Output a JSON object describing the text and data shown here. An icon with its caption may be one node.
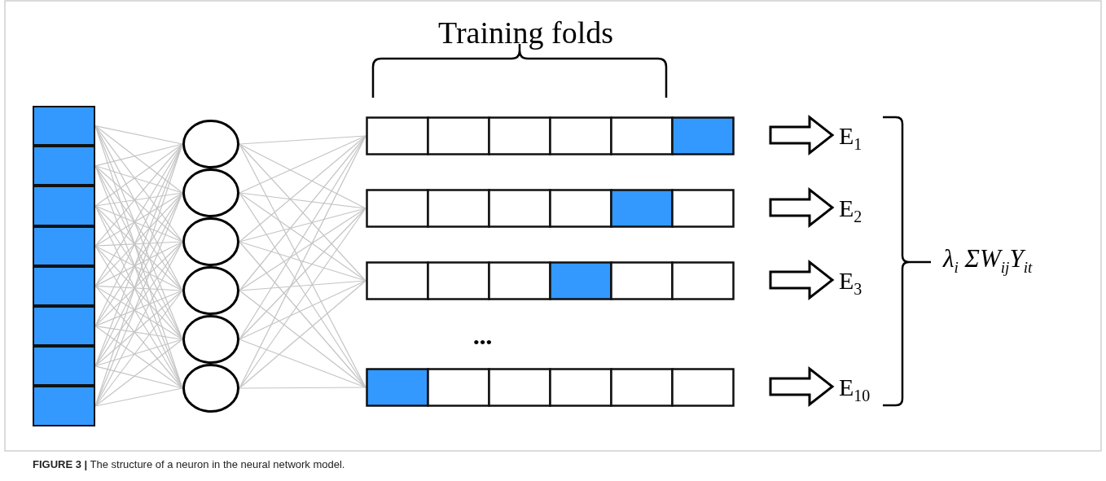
{
  "diagram": {
    "caption": "**FIGURE 3 |** The structure of a neuron in the neural network model.",
    "nodes": [
      {
        "text": [],
        "shape": "box"
      },
      {
        "text": [],
        "shape": "box"
      },
      {
        "text": [],
        "shape": "box"
      },
      {
        "text": [],
        "shape": "box"
      },
      {
        "text": [],
        "shape": "box"
      },
      {
        "text": [],
        "shape": "box"
      },
      {
        "text": [],
        "shape": "box"
      },
      {
        "text": [],
        "shape": "box"
      },
      {
        "text": [],
        "shape": "circle"
      },
      {
        "text": [],
        "shape": "circle"
      },
      {
        "text": [],
        "shape": "circle"
      },
      {
        "text": [],
        "shape": "circle"
      },
      {
        "text": [],
        "shape": "circle"
      },
      {
        "text": [],
        "shape": "circle"
      },
      {
        "text": [],
        "shape": "bar"
      },
      {
        "text": [],
        "shape": "bar"
      },
      {
        "text": [],
        "shape": "bar"
      },
      {
        "text": [],
        "shape": "bar"
      },
      {
        "text": [
          "E$_{1}$"
        ]
      },
      {
        "text": [
          "E$_{2}$"
        ]
      },
      {
        "text": [
          "E$_{3}$"
        ]
      },
      {
        "text": [
          "E$_{10}$"
        ]
      }
    ],
    "edges": [
      {
        "from": 0,
        "to": 8,
        "arrow": "none"
      },
      {
        "from": 0,
        "to": 9,
        "arrow": "none"
      },
      {
        "from": 0,
        "to": 10,
        "arrow": "none"
      },
      {
        "from": 0,
        "to": 11,
        "arrow": "none"
      },
      {
        "from": 0,
        "to": 12,
        "arrow": "none"
      },
      {
        "from": 0,
        "to": 13,
        "arrow": "none"
      },
      {
        "from": 1,
        "to": 8,
        "arrow": "none"
      },
      {
        "from": 1,
        "to": 9,
        "arrow": "none"
      },
      {
        "from": 1,
        "to": 10,
        "arrow": "none"
      },
      {
        "from": 1,
        "to": 11,
        "arrow": "none"
      },
      {
        "from": 1,
        "to": 12,
        "arrow": "none"
      },
      {
        "from": 1,
        "to": 13,
        "arrow": "none"
      },
      {
        "from": 2,
        "to": 8,
        "arrow": "none"
      },
      {
        "from": 2,
        "to": 9,
        "arrow": "none"
      },
      {
        "from": 2,
        "to": 10,
        "arrow": "none"
      },
      {
        "from": 2,
        "to": 11,
        "arrow": "none"
      },
      {
        "from": 2,
        "to": 12,
        "arrow": "none"
      },
      {
        "from": 2,
        "to": 13,
        "arrow": "none"
      },
      {
        "from": 3,
        "to": 8,
        "arrow": "none"
      },
      {
        "from": 3,
        "to": 9,
        "arrow": "none"
      },
      {
        "from": 3,
        "to": 10,
        "arrow": "none"
      },
      {
        "from": 3,
        "to": 11,
        "arrow": "none"
      },
      {
        "from": 3,
        "to": 12,
        "arrow": "none"
      },
      {
        "from": 3,
        "to": 13,
        "arrow": "none"
      },
      {
        "from": 4,
        "to": 8,
        "arrow": "none"
      },
      {
        "from": 4,
        "to": 9,
        "arrow": "none"
      },
      {
        "from": 4,
        "to": 10,
        "arrow": "none"
      },
      {
        "from": 4,
        "to": 11,
        "arrow": "none"
      },
      {
        "from": 4,
        "to": 12,
        "arrow": "none"
      },
      {
        "from": 4,
        "to": 13,
        "arrow": "none"
      },
      {
        "from": 5,
        "to": 8,
        "arrow": "none"
      },
      {
        "from": 5,
        "to": 9,
        "arrow": "none"
      },
      {
        "from": 5,
        "to": 10,
        "arrow": "none"
      },
      {
        "from": 5,
        "to": 11,
        "arrow": "none"
      },
      {
        "from": 5,
        "to": 12,
        "arrow": "none"
      },
      {
        "from": 5,
        "to": 13,
        "arrow": "none"
      },
      {
        "from": 6,
        "to": 8,
        "arrow": "none"
      },
      {
        "from": 6,
        "to": 9,
        "arrow": "none"
      },
      {
        "from": 6,
        "to": 10,
        "arrow": "none"
      },
      {
        "from": 6,
        "to": 11,
        "arrow": "none"
      },
      {
        "from": 6,
        "to": 12,
        "arrow": "none"
      },
      {
        "from": 6,
        "to": 13,
        "arrow": "none"
      },
      {
        "from": 7,
        "to": 8,
        "arrow": "none"
      },
      {
        "from": 7,
        "to": 9,
        "arrow": "none"
      },
      {
        "from": 7,
        "to": 10,
        "arrow": "none"
      },
      {
        "from": 7,
        "to": 11,
        "arrow": "none"
      },
      {
        "from": 7,
        "to": 12,
        "arrow": "none"
      },
      {
        "from": 7,
        "to": 13,
        "arrow": "none"
      },
      {
        "from": 8,
        "to": 14,
        "arrow": "none"
      },
      {
        "from": 8,
        "to": 15,
        "arrow": "none"
      },
      {
        "from": 8,
        "to": 16,
        "arrow": "none"
      },
      {
        "from": 8,
        "to": 17,
        "arrow": "none"
      },
      {
        "from": 9,
        "to": 14,
        "arrow": "none"
      },
      {
        "from": 9,
        "to": 15,
        "arrow": "none"
      },
      {
        "from": 9,
        "to": 16,
        "arrow": "none"
      },
      {
        "from": 9,
        "to": 17,
        "arrow": "none"
      },
      {
        "from": 10,
        "to": 14,
        "arrow": "none"
      },
      {
        "from": 10,
        "to": 15,
        "arrow": "none"
      },
      {
        "from": 10,
        "to": 16,
        "arrow": "none"
      },
      {
        "from": 10,
        "to": 17,
        "arrow": "none"
      },
      {
        "from": 11,
        "to": 14,
        "arrow": "none"
      },
      {
        "from": 11,
        "to": 15,
        "arrow": "none"
      },
      {
        "from": 11,
        "to": 16,
        "arrow": "none"
      },
      {
        "from": 11,
        "to": 17,
        "arrow": "none"
      },
      {
        "from": 12,
        "to": 14,
        "arrow": "none"
      },
      {
        "from": 12,
        "to": 15,
        "arrow": "none"
      },
      {
        "from": 12,
        "to": 16,
        "arrow": "none"
      },
      {
        "from": 12,
        "to": 17,
        "arrow": "none"
      },
      {
        "from": 13,
        "to": 14,
        "arrow": "none"
      },
      {
        "from": 13,
        "to": 15,
        "arrow": "none"
      },
      {
        "from": 13,
        "to": 16,
        "arrow": "none"
      },
      {
        "from": 13,
        "to": 17,
        "arrow": "none"
      },
      {
        "from": 14,
        "to": 18,
        "arrow": "to",
        "style": "thick",
        "color": "#000000"
      },
      {
        "from": 15,
        "to": 19,
        "arrow": "to",
        "style": "thick",
        "color": "#000000"
      },
      {
        "from": 16,
        "to": 20,
        "arrow": "to",
        "style": "thick",
        "color": "#000000"
      },
      {
        "from": 17,
        "to": 21,
        "arrow": "to",
        "style": "thick",
        "color": "#000000"
      }
    ],
    "labels": [
      "Training folds",
      "•••",
      "λ$_{i}$ ΣW$_{ij}$Y$_{it}$"
    ]
  }
}
